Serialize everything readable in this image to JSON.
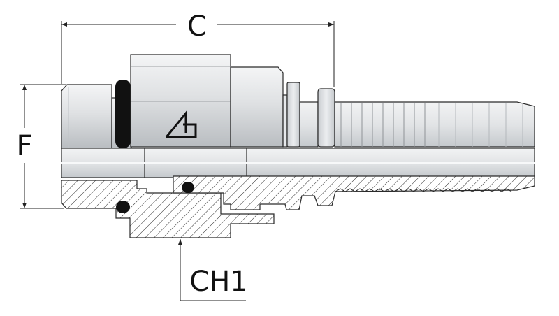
{
  "dimensions": {
    "c_label": "C",
    "f_label": "F",
    "ch1_label": "CH1"
  },
  "colors": {
    "metal_light": "#e9ebed",
    "metal_mid": "#cfd2d5",
    "metal_dark": "#a9adb1",
    "outline": "#2a2a2a",
    "oring": "#111111"
  },
  "icons": {
    "logo": "brand-logo-icon"
  }
}
